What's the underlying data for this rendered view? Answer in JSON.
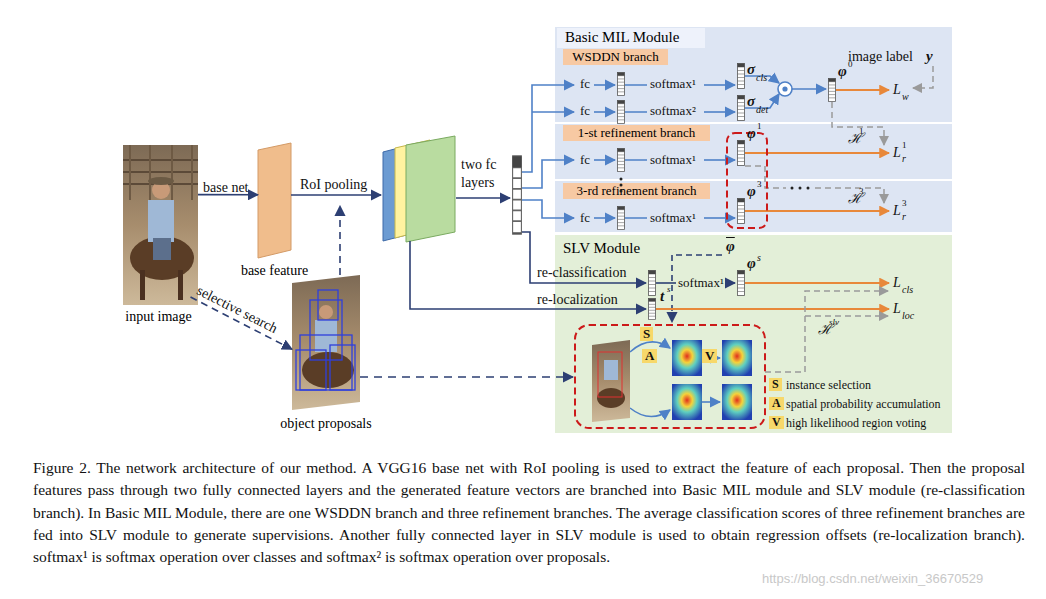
{
  "diagram": {
    "caption": "Figure 2. The network architecture of our method. A VGG16 base net with RoI pooling is used to extract the feature of each proposal. Then the proposal features pass through two fully connected layers and the generated feature vectors are branched into Basic MIL module and SLV module (re-classification branch). In Basic MIL Module, there are one WSDDN branch and three refinement branches. The average classification scores of three refinement branches are fed into SLV module to generate supervisions. Another fully connected layer in SLV module is used to obtain regression offsets (re-localization branch). softmax¹ is softmax operation over classes and softmax² is softmax operation over proposals.",
    "nodes": [
      {
        "text": [
          "input image"
        ]
      },
      {
        "text": [
          "base feature"
        ]
      },
      {
        "text": [
          "object proposals"
        ]
      },
      {
        "text": [
          "Basic MIL Module"
        ]
      },
      {
        "text": [
          "WSDDN branch"
        ],
        "in": 3
      },
      {
        "text": [
          "1-st refinement branch"
        ],
        "in": 3
      },
      {
        "text": [
          "3-rd refinement branch"
        ],
        "in": 3
      },
      {
        "text": [
          "SLV Module"
        ]
      }
    ],
    "edges": [
      {
        "from": 0,
        "to": 1,
        "arrow": "to",
        "label": "base net"
      },
      {
        "from": 0,
        "to": 2,
        "arrow": "to",
        "label": "selective search"
      }
    ],
    "labels": [
      "RoI pooling",
      "two fc layers",
      "fc",
      "softmax¹",
      "fc",
      "softmax²",
      "σ",
      "cls",
      "σ",
      "det",
      "φ",
      "0",
      "image label",
      "y",
      "L",
      "w",
      "fc",
      "softmax¹",
      "φ",
      "1",
      "ℋ",
      "1",
      "L",
      "1",
      "r",
      "fc",
      "softmax¹",
      "φ",
      "3",
      "ℋ",
      "3",
      "L",
      "3",
      "r",
      "φ",
      "re-classification",
      "softmax¹",
      "φ",
      "s",
      "L",
      "cls",
      "re-localization",
      "t",
      "s",
      "L",
      "loc",
      "ℋ",
      "slv",
      "S",
      "A",
      "V",
      "S",
      "A",
      "V",
      "https://blog.csdn.net/weixin_36670529"
    ],
    "legend": [
      {
        "text": "instance selection"
      },
      {
        "text": "spatial probability accumulation"
      },
      {
        "text": "high likelihood region voting"
      }
    ]
  }
}
